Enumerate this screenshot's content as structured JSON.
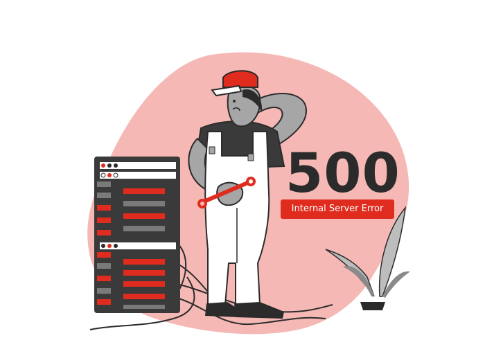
{
  "error": {
    "code": "500",
    "message": "Internal Server Error"
  },
  "colors": {
    "accent": "#e02c1f",
    "blob": "#f5b8b5",
    "dark": "#2b2b2b",
    "grey": "#a6a6a6"
  },
  "icons": [
    "server-rack-icon",
    "technician-illustration",
    "wrench-icon",
    "smoking-plant-icon"
  ]
}
